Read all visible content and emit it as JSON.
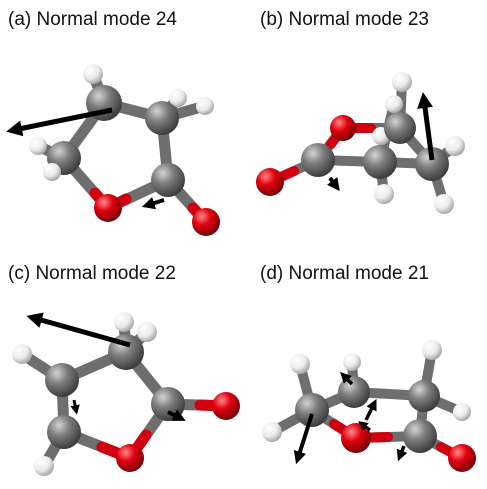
{
  "panels": [
    {
      "id": "a",
      "label": "(a)",
      "title": "Normal mode 24"
    },
    {
      "id": "b",
      "label": "(b)",
      "title": "Normal mode 23"
    },
    {
      "id": "c",
      "label": "(c)",
      "title": "Normal mode 22"
    },
    {
      "id": "d",
      "label": "(d)",
      "title": "Normal mode 21"
    }
  ],
  "colors": {
    "carbon": "#7a7a7a",
    "oxygen": "#e0000f",
    "hydrogen": "#f2f2f2",
    "bond": "#707070",
    "arrow": "#000000",
    "text": "#111111"
  }
}
